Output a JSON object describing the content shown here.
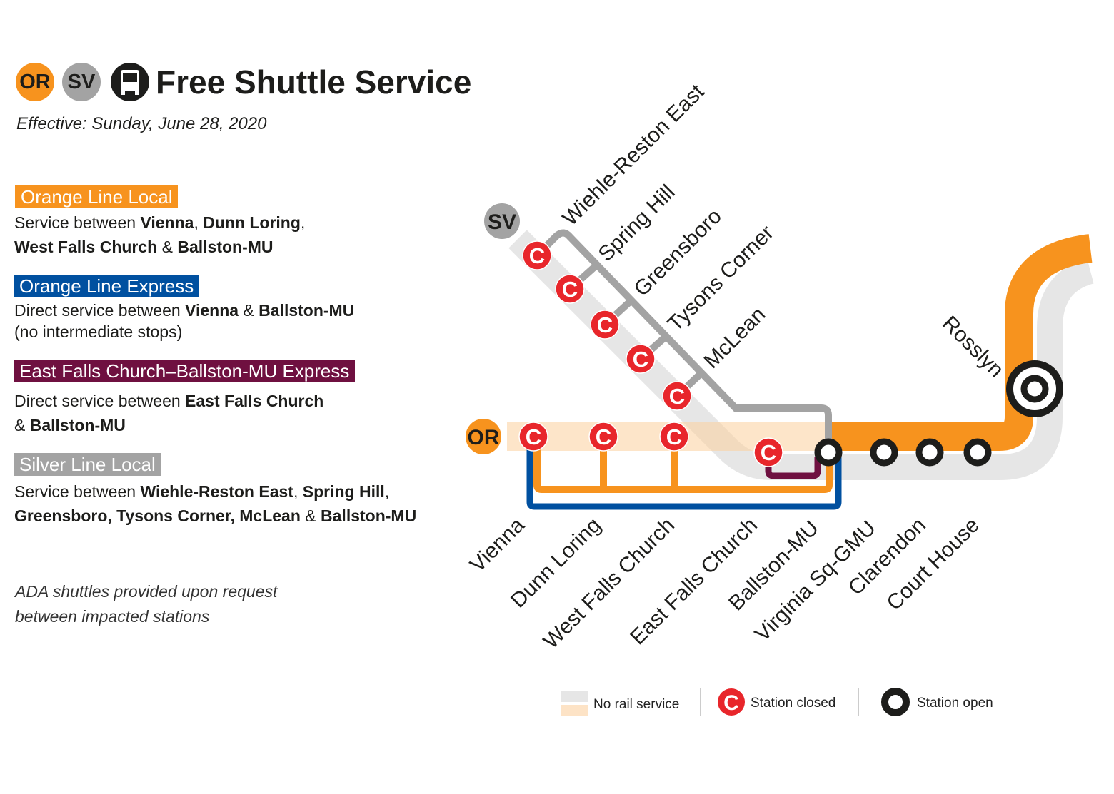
{
  "header": {
    "or_badge": "OR",
    "sv_badge": "SV",
    "title": "Free Shuttle Service",
    "effective": "Effective: Sunday, June 28, 2020"
  },
  "services": [
    {
      "name": "Orange Line Local",
      "color": "#f7931e",
      "desc": [
        "Service between ",
        "Vienna",
        ", ",
        "Dunn Loring",
        ",",
        "West Falls Church",
        " & ",
        "Ballston-MU"
      ]
    },
    {
      "name": "Orange Line Express",
      "color": "#0050a0",
      "desc": [
        "Direct service between ",
        "Vienna",
        " & ",
        "Ballston-MU",
        "(no intermediate stops)"
      ]
    },
    {
      "name": "East Falls Church–Ballston-MU Express",
      "color": "#6f1040",
      "desc": [
        "Direct service between ",
        "East Falls Church",
        "& ",
        "Ballston-MU"
      ]
    },
    {
      "name": "Silver Line Local",
      "color": "#a3a3a3",
      "desc": [
        "Service between ",
        "Wiehle-Reston East",
        ", ",
        "Spring Hill",
        ",",
        "Greensboro, Tysons Corner, McLean",
        " & ",
        "Ballston-MU"
      ]
    }
  ],
  "ada_note": [
    "ADA shuttles provided upon request",
    "between impacted stations"
  ],
  "map": {
    "sv_badge": "SV",
    "or_badge": "OR",
    "closed_glyph": "C",
    "silver_stations": [
      "Wiehle-Reston East",
      "Spring Hill",
      "Greensboro",
      "Tysons Corner",
      "McLean"
    ],
    "orange_stations": [
      "Vienna",
      "Dunn Loring",
      "West Falls Church",
      "East Falls Church",
      "Ballston-MU",
      "Virginia Sq-GMU",
      "Clarendon",
      "Court House"
    ],
    "rosslyn": "Rosslyn"
  },
  "legend": {
    "no_rail": "No rail service",
    "closed": "Station closed",
    "open": "Station open",
    "closed_glyph": "C"
  },
  "colors": {
    "orange": "#f7931e",
    "silver": "#a3a3a3",
    "blue": "#0050a0",
    "maroon": "#6f1040",
    "closed": "#e8262b",
    "no_rail_gray": "#e6e6e6",
    "no_rail_peach": "#fde3c6"
  }
}
